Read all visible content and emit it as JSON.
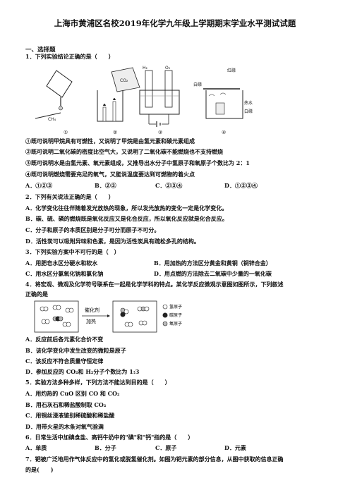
{
  "title": "上海市黄浦区名校2019年化学九年级上学期期末学业水平测试试题",
  "section1": "一、选择题",
  "q1": {
    "stem": "1．下列实验结论正确的是（　　）",
    "fig_labels": {
      "ch4": "CH₄",
      "co2": "CO₂",
      "h2": "H₂",
      "o2": "O₂",
      "red_p": "红磷",
      "white_p": "白磷",
      "hot_water": "热水",
      "white_p2": "白磷"
    },
    "fig_numbers": [
      "①",
      "②",
      "③",
      "④"
    ],
    "s1": "①既可说明甲烷具有可燃性，又说明了甲烷是由氢元素和碳元素组成",
    "s2": "②既可说明二氧化碳的密度比空气大，又说明了二氧化碳不能燃烧也不支持燃烧",
    "s3": "③既可说明水是由氢元素、氧元素组成，又推导出水分子中氢原子和氧原子个数比为 2：1",
    "s4": "④既可说明燃烧需要充足的氧气，又能说温度要达到可燃物的着火点",
    "options": [
      "A．①②③",
      "B．②③",
      "C．②③④",
      "D．①②③④"
    ]
  },
  "q2": {
    "stem": "2．下列有关说法正确的是（　　）",
    "A": "A．化学变化往往伴随着发光放热的现象，所以发光放热的变化一定是化学变化。",
    "B": "B．碳、硫、磷的燃烧既是氧化反应又是化合反应，所以氧化反应就是化合反应。",
    "C": "C．分子和原子的本质区别是分子可分而原子不可分。",
    "D": "D．活性炭可以吸附异味和色素，是因为活性炭具有疏松多孔的结构。"
  },
  "q3": {
    "stem": "3．下列实验方案中不可行的是（　）",
    "A": "A．用肥皂水区分硬水和软水",
    "B": "B．用加热的方法区分黄金和黄铜（铜锌合金）",
    "C": "C．用水区分氯氧化钠和氯化钠",
    "D": "D．用点燃的方法除去二氧碳中少量的一氧化碳"
  },
  "q4": {
    "stem1": "4．将宏观、微观及化学符号联系在一起是化学学科的特点。某化学反应微观示意图如图所示，下列叙述",
    "stem2": "正确的是",
    "catalyst": "催化剂",
    "heat": "加热",
    "legend": [
      "氢原子",
      "碳原子",
      "氧原子"
    ],
    "A": "A．反应前后各元素化合价不变",
    "B": "B．该化学变化中发生改变的微粒是原子",
    "C": "C．该反应不符合质量守恒定律",
    "D": "D．参加反应的 CO₂和 H₂分子个数比为 1:3"
  },
  "q5": {
    "stem": "5．实验方法多种多样，下列方法不能达到目的是（　　）",
    "A": "A．用灼热的 CuO 区别 CO 和 CO₂",
    "B": "B．用石灰石和稀盐酸制取 CO₂",
    "C": "C．用铜丝浸液鉴别稀硫酸和稀盐酸",
    "D": "D．用带火星的木条对氧气验满"
  },
  "q6": {
    "stem": "6．日常生活中加碘食盐、高钙牛奶中的\"碘\"和\"钙\"指的是（　　）",
    "options": [
      "A．单质",
      "B．分子",
      "C．原子",
      "D．元素"
    ]
  },
  "q7": {
    "stem1": "7．钯被广泛地用作气体反应中的氢化或脱氢催化剂。如图为钯元素的部分信息，从图中获取的信息正确",
    "stem2": "的是(　　)"
  }
}
